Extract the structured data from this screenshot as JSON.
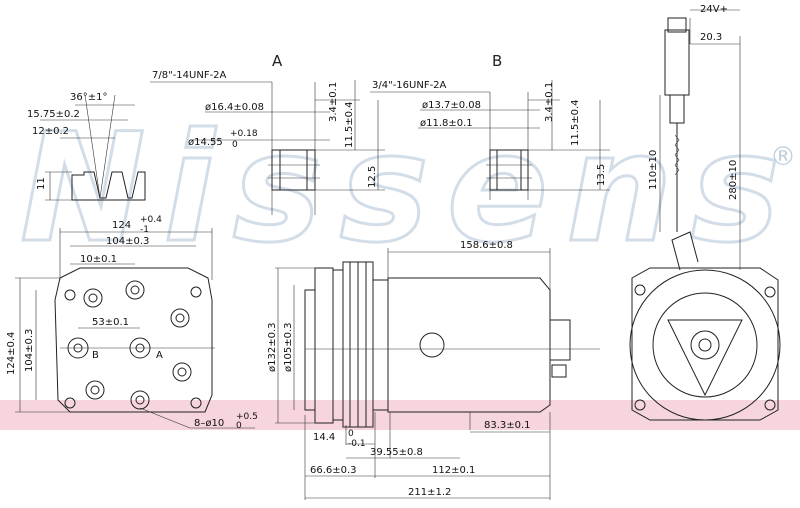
{
  "watermark": {
    "text": "Nissens",
    "registered": "®"
  },
  "section_labels": {
    "a": "A",
    "b": "B"
  },
  "fittings": {
    "a": {
      "thread": "7/8\"-14UNF-2A",
      "d1": "ø16.4±0.08",
      "d2": "ø14.55",
      "d2_tol_upper": "+0.18",
      "d2_tol_lower": "0",
      "len1": "3.4±0.1",
      "len2": "11.5±0.4",
      "len3": "12.5"
    },
    "b": {
      "thread": "3/4\"-16UNF-2A",
      "d1": "ø13.7±0.08",
      "d2": "ø11.8±0.1",
      "len1": "3.4±0.1",
      "len2": "11.5±0.4",
      "len3": "13.5"
    }
  },
  "pulley_groove": {
    "angle": "36°±1°",
    "w1": "15.75±0.2",
    "w2": "12±0.2",
    "h": "11"
  },
  "rear_view": {
    "w_overall": "124",
    "w_overall_tol_upper": "+0.4",
    "w_overall_tol_lower": "-1",
    "w_mount": "104±0.3",
    "w_offset": "10±0.1",
    "w_ports": "53±0.1",
    "h_overall": "124±0.4",
    "h_mount": "104±0.3",
    "holes": "8–ø10",
    "holes_tol_upper": "+0.5",
    "holes_tol_lower": "0",
    "port_a": "A",
    "port_b": "B"
  },
  "side_view": {
    "length_body": "158.6±0.8",
    "d_pulley": "ø132±0.3",
    "d_hub": "ø105±0.3",
    "len_83": "83.3±0.1",
    "len_14": "14.4",
    "len_14_tol_upper": "0",
    "len_14_tol_lower": "-0.1",
    "len_39": "39.55±0.8",
    "len_112": "112±0.1",
    "len_66": "66.6±0.3",
    "len_211": "211±1.2"
  },
  "front_view": {
    "voltage": "24V+",
    "connector": "20.3",
    "cable_1": "110±10",
    "cable_2": "280±10"
  }
}
